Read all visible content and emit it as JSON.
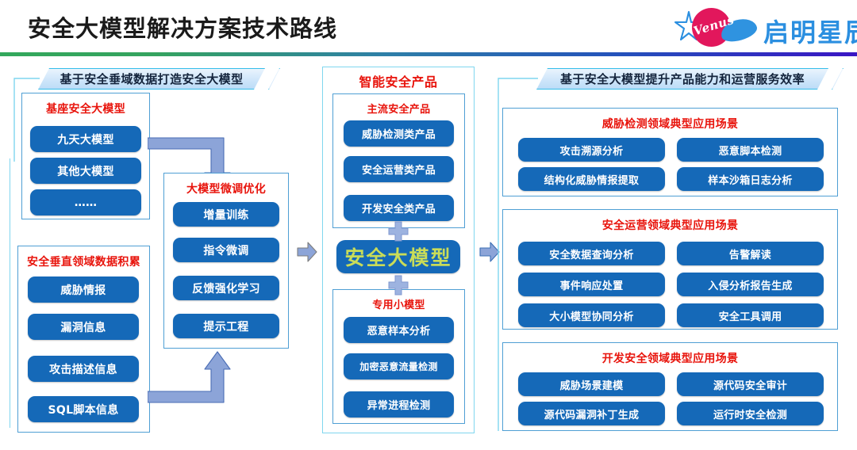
{
  "header": {
    "title": "安全大模型解决方案技术路线",
    "logo_wordmark": "启明星辰",
    "logo_script": "Venus",
    "rule_colors": [
      "#33a85c",
      "#2452bb",
      "#3a16c4"
    ]
  },
  "colors": {
    "pill_blue": "#1569b8",
    "title_red": "#e8140c",
    "banner_border": "#35bdea",
    "panel_border": "#7fd6ef",
    "card_border": "#4f9fd4",
    "arrow_fill": "#8ca4d8",
    "big_pill_text": "#c9dc58"
  },
  "left_column": {
    "banner": "基于安全垂域数据打造安全大模型",
    "base_model_card": {
      "title": "基座安全大模型",
      "items": [
        "九天大模型",
        "其他大模型",
        "……"
      ]
    },
    "data_card": {
      "title": "安全垂直领域数据积累",
      "items": [
        "威胁情报",
        "漏洞信息",
        "攻击描述信息",
        "SQL脚本信息"
      ]
    },
    "finetune_card": {
      "title": "大模型微调优化",
      "items": [
        "增量训练",
        "指令微调",
        "反馈强化学习",
        "提示工程"
      ]
    }
  },
  "center_column": {
    "title": "智能安全产品",
    "mainstream_card": {
      "title": "主流安全产品",
      "items": [
        "威胁检测类产品",
        "安全运营类产品",
        "开发安全类产品"
      ]
    },
    "core_model": "安全大模型",
    "small_model_card": {
      "title": "专用小模型",
      "items": [
        "恶意样本分析",
        "加密恶意流量检测",
        "异常进程检测"
      ]
    },
    "plus_symbol": "+"
  },
  "right_column": {
    "banner": "基于安全大模型提升产品能力和运营服务效率",
    "groups": [
      {
        "title": "威胁检测领域典型应用场景",
        "items": [
          "攻击溯源分析",
          "恶意脚本检测",
          "结构化威胁情报提取",
          "样本沙箱日志分析"
        ]
      },
      {
        "title": "安全运营领域典型应用场景",
        "items": [
          "安全数据查询分析",
          "告警解读",
          "事件响应处置",
          "入侵分析报告生成",
          "大小模型协同分析",
          "安全工具调用"
        ]
      },
      {
        "title": "开发安全领域典型应用场景",
        "items": [
          "威胁场景建模",
          "源代码安全审计",
          "源代码漏洞补丁生成",
          "运行时安全检测"
        ]
      }
    ]
  }
}
